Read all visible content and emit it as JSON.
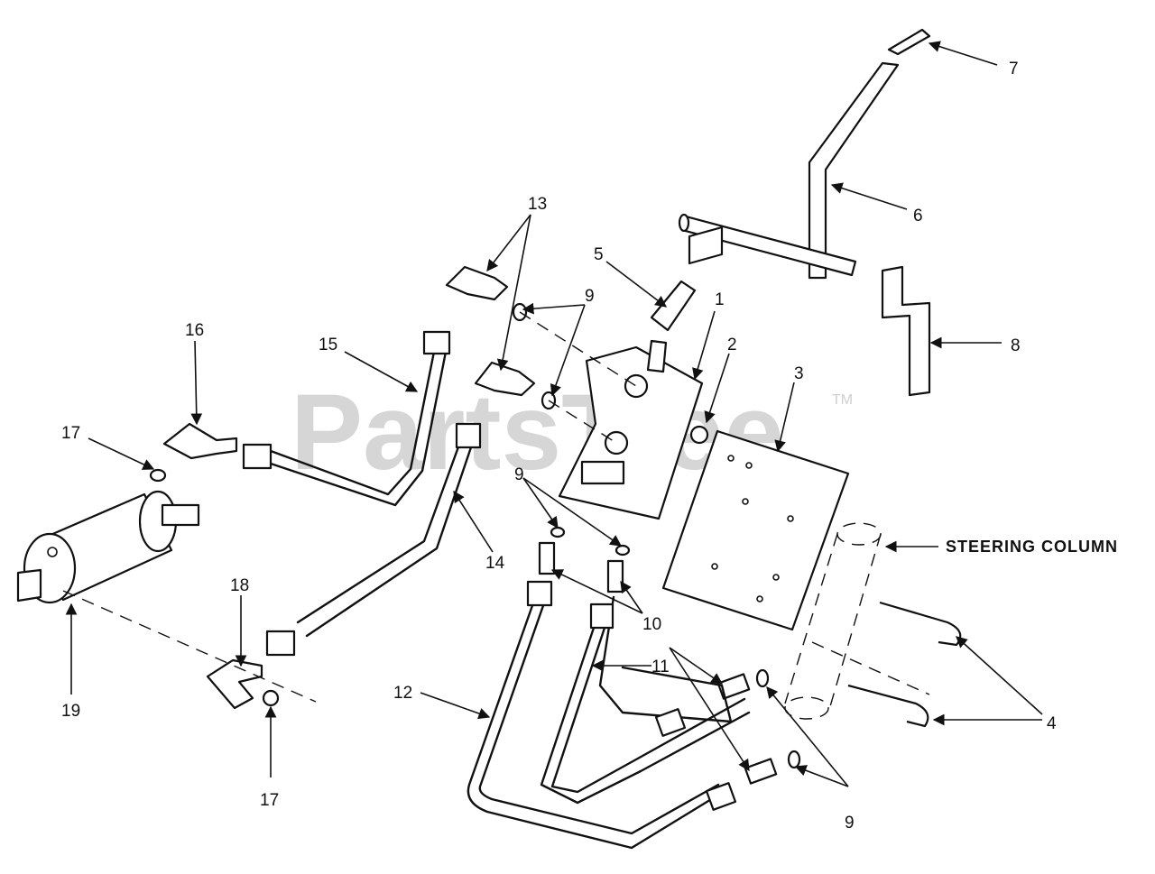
{
  "watermark": {
    "text": "PartsTree",
    "tm": "TM"
  },
  "steering_column_label": "STEERING COLUMN",
  "part_labels": {
    "p1": "1",
    "p2": "2",
    "p3": "3",
    "p4": "4",
    "p5": "5",
    "p6": "6",
    "p7": "7",
    "p8": "8",
    "p9a": "9",
    "p9b": "9",
    "p9c": "9",
    "p10": "10",
    "p11": "11",
    "p12": "12",
    "p13": "13",
    "p14": "14",
    "p15": "15",
    "p16": "16",
    "p17a": "17",
    "p17b": "17",
    "p18": "18",
    "p19": "19"
  }
}
